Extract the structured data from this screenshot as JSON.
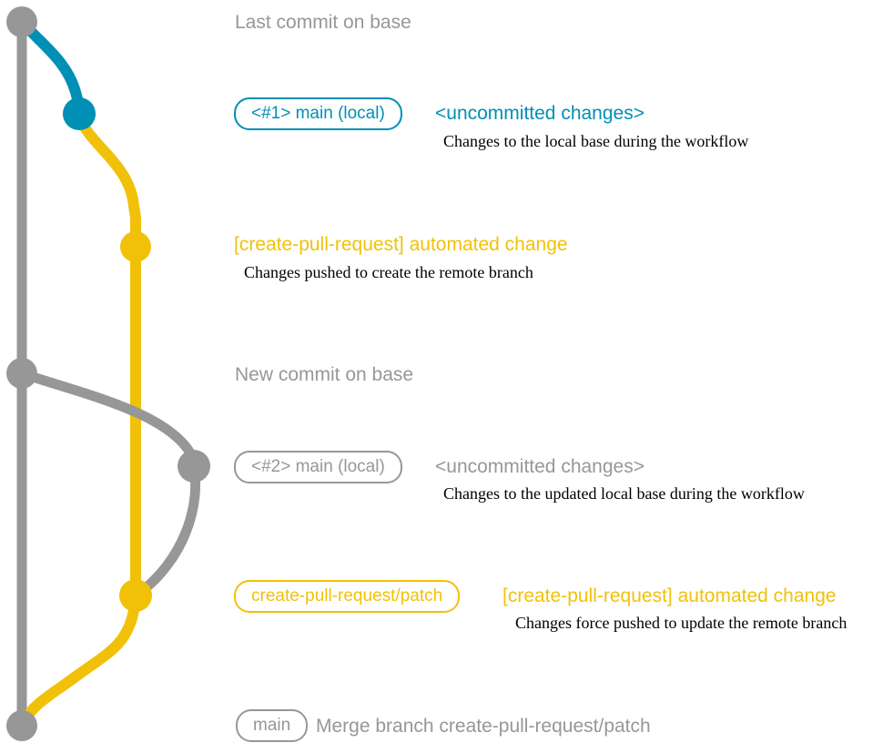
{
  "colors": {
    "base_gray": "#979797",
    "local_blue": "#008fb5",
    "branch_yellow": "#f1c109",
    "description_black": "#000000",
    "background": "#ffffff"
  },
  "graph": {
    "branches": [
      {
        "name": "base",
        "color_key": "base_gray"
      },
      {
        "name": "main (local)",
        "color_key": "local_blue"
      },
      {
        "name": "create-pull-request/patch",
        "color_key": "branch_yellow"
      }
    ],
    "commits": [
      {
        "label": "Last commit on base",
        "branch": "base"
      },
      {
        "label": "<uncommitted changes> #1",
        "branch": "main (local)"
      },
      {
        "label": "[create-pull-request] automated change #1",
        "branch": "create-pull-request/patch"
      },
      {
        "label": "New commit on base",
        "branch": "base"
      },
      {
        "label": "<uncommitted changes> #2",
        "branch": "main (local)"
      },
      {
        "label": "[create-pull-request] automated change #2",
        "branch": "create-pull-request/patch"
      },
      {
        "label": "Merge branch create-pull-request/patch",
        "branch": "base"
      }
    ]
  },
  "annotations": {
    "last_commit_caption": "Last commit on base",
    "new_commit_caption": "New commit on base",
    "step1": {
      "badge": "<#1> main (local)",
      "title": "<uncommitted changes>",
      "desc": "Changes to the local base during the workflow"
    },
    "step2": {
      "title": "[create-pull-request] automated change",
      "desc": "Changes pushed to create the remote branch"
    },
    "step3": {
      "badge": "<#2> main (local)",
      "title": "<uncommitted changes>",
      "desc": "Changes to the updated local base during the workflow"
    },
    "step4": {
      "badge": "create-pull-request/patch",
      "title": "[create-pull-request] automated change",
      "desc": "Changes force pushed to update the remote branch"
    },
    "step5": {
      "badge": "main",
      "title": "Merge branch create-pull-request/patch"
    }
  }
}
